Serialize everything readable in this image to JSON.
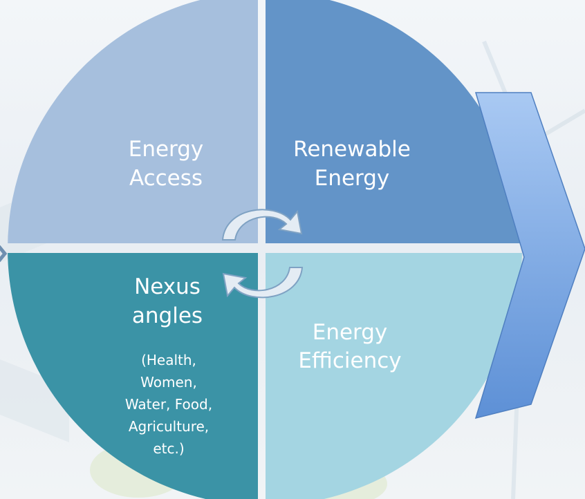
{
  "quadrants": {
    "top_left": {
      "line1": "Energy",
      "line2": "Access",
      "color": "#a6bfdd"
    },
    "top_right": {
      "line1": "Renewable",
      "line2": "Energy",
      "color": "#6394c8"
    },
    "bottom_left": {
      "line1": "Nexus",
      "line2": "angles",
      "detail": [
        "(Health,",
        "Women,",
        "Water, Food,",
        "Agriculture,",
        "etc.)"
      ],
      "color": "#3b93a6"
    },
    "bottom_right": {
      "line1": "Energy",
      "line2": "Efficiency",
      "color": "#a4d5e2"
    }
  },
  "icons": {
    "cycle_top": "curved-arrow-right-icon",
    "cycle_bottom": "curved-arrow-left-icon",
    "side_arrow": "chevron-right-arrow-icon"
  },
  "colors": {
    "chevron_top": "#a9c9f3",
    "chevron_bottom": "#5d90d6",
    "arrow_fill": "#e4ecf4",
    "arrow_stroke": "#7fa2c3"
  }
}
